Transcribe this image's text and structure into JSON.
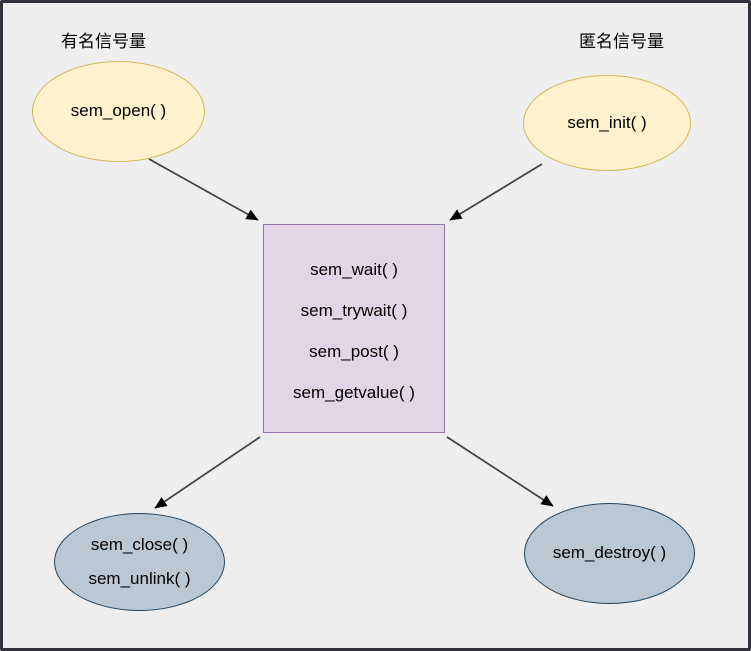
{
  "canvas": {
    "background": "#eeeeee",
    "frame_color": "#32323c"
  },
  "labels": {
    "named_semaphore": "有名信号量",
    "anonymous_semaphore": "匿名信号量"
  },
  "nodes": {
    "sem_open": {
      "label": "sem_open( )",
      "shape": "ellipse",
      "fill": "#fff2cc",
      "stroke": "#d6b656"
    },
    "sem_init": {
      "label": "sem_init( )",
      "shape": "ellipse",
      "fill": "#fff2cc",
      "stroke": "#d6b656"
    },
    "core_ops": {
      "lines": [
        "sem_wait( )",
        "sem_trywait( )",
        "sem_post( )",
        "sem_getvalue( )"
      ],
      "shape": "rectangle",
      "fill": "#e1d5e7",
      "stroke": "#9673a6"
    },
    "close_unlink": {
      "lines": [
        "sem_close( )",
        "sem_unlink( )"
      ],
      "shape": "ellipse",
      "fill": "#bac8d3",
      "stroke": "#23445d"
    },
    "sem_destroy": {
      "label": "sem_destroy( )",
      "shape": "ellipse",
      "fill": "#bac8d3",
      "stroke": "#23445d"
    }
  },
  "edges": {
    "color": "#404040",
    "arrowhead_color": "#000000",
    "connections": [
      {
        "from": "sem_open",
        "to": "core_ops"
      },
      {
        "from": "sem_init",
        "to": "core_ops"
      },
      {
        "from": "core_ops",
        "to": "close_unlink"
      },
      {
        "from": "core_ops",
        "to": "sem_destroy"
      }
    ]
  }
}
